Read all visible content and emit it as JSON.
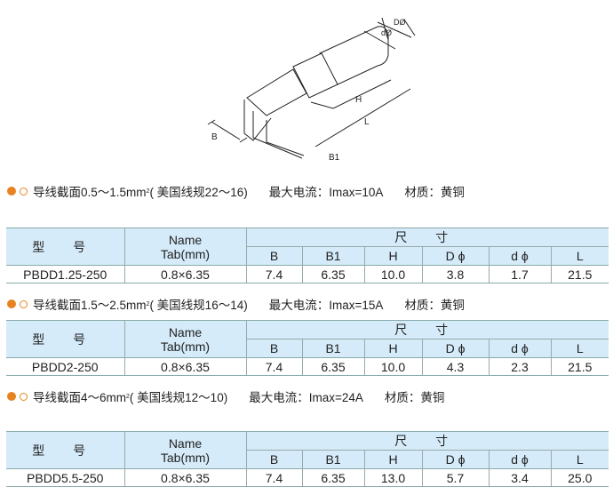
{
  "drawing": {
    "labels": {
      "D": "DØ",
      "d": "dØ",
      "H": "H",
      "L": "L",
      "B": "B",
      "B1": "B1"
    }
  },
  "columns": {
    "model": "型 号",
    "name": "Name",
    "tab": "Tab(mm)",
    "size": "尺 寸",
    "B": "B",
    "B1": "B1",
    "H": "H",
    "D": "D ϕ",
    "d": "d ϕ",
    "L": "L"
  },
  "sections": [
    {
      "wire": "导线截面0.5～1.5mm",
      "sup": "2",
      "awg": "( 美国线规22～16)",
      "current": "最大电流：Imax=10A",
      "material": "材质：黄铜",
      "row": {
        "model": "PBDD1.25-250",
        "tab": "0.8×6.35",
        "B": "7.4",
        "B1": "6.35",
        "H": "10.0",
        "D": "3.8",
        "d": "1.7",
        "L": "21.5"
      }
    },
    {
      "wire": "导线截面1.5～2.5mm",
      "sup": "2",
      "awg": "( 美国线规16～14)",
      "current": "最大电流：Imax=15A",
      "material": "材质：黄铜",
      "row": {
        "model": "PBDD2-250",
        "tab": "0.8×6.35",
        "B": "7.4",
        "B1": "6.35",
        "H": "10.0",
        "D": "4.3",
        "d": "2.3",
        "L": "21.5"
      }
    },
    {
      "wire": "导线截面4～6mm",
      "sup": "2",
      "awg": "( 美国线规12～10)",
      "current": "最大电流：Imax=24A",
      "material": "材质：黄铜",
      "row": {
        "model": "PBDD5.5-250",
        "tab": "0.8×6.35",
        "B": "7.4",
        "B1": "6.35",
        "H": "13.0",
        "D": "5.7",
        "d": "3.4",
        "L": "25.0"
      }
    }
  ],
  "colors": {
    "accent": "#e8821e",
    "header_bg": "#d5ebf9"
  }
}
